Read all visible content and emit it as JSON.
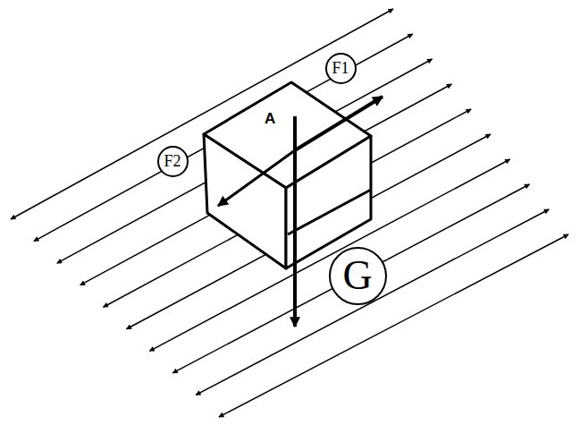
{
  "diagram": {
    "nodes": [
      {
        "text": [
          "F1"
        ]
      },
      {
        "text": [
          "F2"
        ]
      },
      {
        "text": [
          "G"
        ]
      }
    ],
    "labels": [
      "A"
    ]
  }
}
